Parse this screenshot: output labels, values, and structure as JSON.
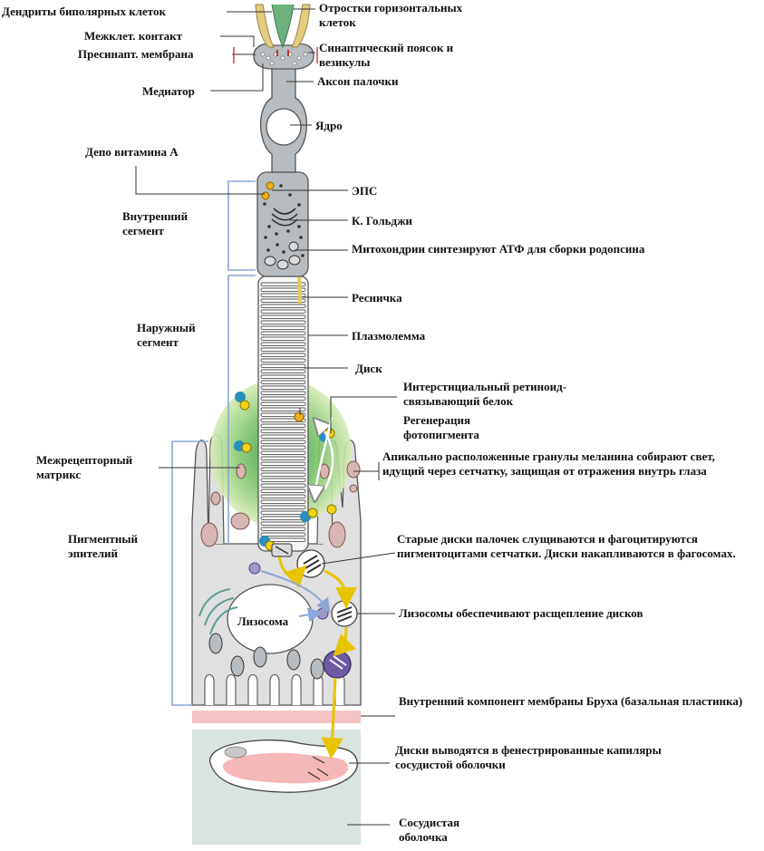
{
  "labels": {
    "dendrites": "Дендриты биполярных клеток",
    "horizontal": "Отростки горизонтальных клеток",
    "contact": "Межклет. контакт",
    "presynaptic": "Пресинапт. мембрана",
    "synaptic_belt": "Синаптический поясок и везикулы",
    "mediator": "Медиатор",
    "axon": "Аксон палочки",
    "nucleus": "Ядро",
    "vitamin_a": "Депо витамина А",
    "er": "ЭПС",
    "inner_segment": "Внутренний сегмент",
    "golgi": "К. Гольджи",
    "mito": "Митохондрии синтезируют АТФ для сборки родопсина",
    "cilium": "Ресничка",
    "outer_segment": "Наружный сегмент",
    "plasmalemma": "Плазмолемма",
    "disk": "Диск",
    "irbp": "Интерстициальный ретиноид-связывающий белок",
    "regeneration": "Регенерация фотопигмента",
    "matrix": "Межрецепторный матрикс",
    "melanin": "Апикально расположенные гранулы меланина собирают свет, идущий через сетчатку, защищая от отражения внутрь глаза",
    "pigment_epithelium": "Пигментный эпителий",
    "old_disks": "Старые диски палочек слущиваются и фагоцитируются пигментоцитами сетчатки. Диски накапливаются в фагосомах.",
    "lysosome": "Лизосома",
    "lysosomes_digest": "Лизосомы обеспечивают расщепление дисков",
    "bruch": "Внутренний компонент мембраны Бруха (базальная пластинка)",
    "fenestrated": "Диски выводятся в фенестрированные капиляры сосудистой оболочки",
    "choroid": "Сосудистая оболочка"
  }
}
